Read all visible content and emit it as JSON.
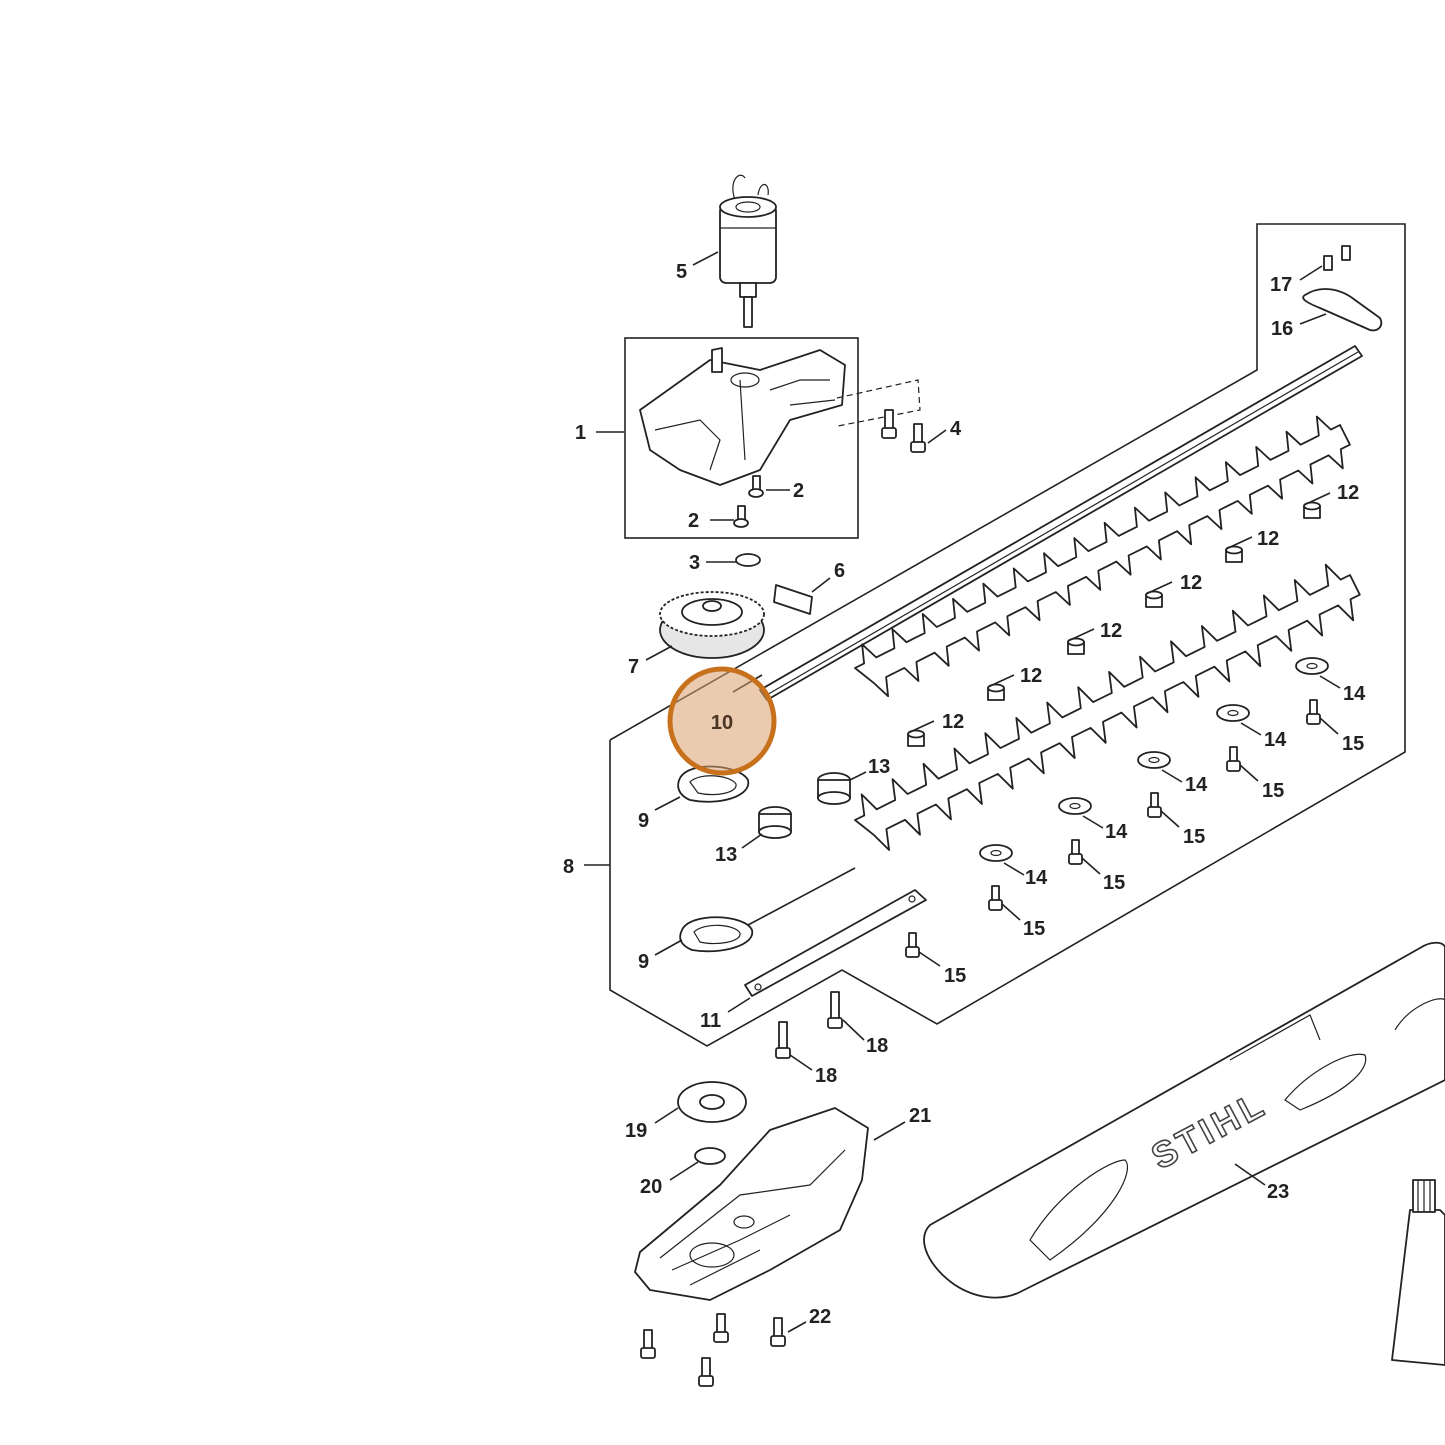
{
  "diagram": {
    "brand_text": "STIHL",
    "highlight": {
      "label": "10",
      "color": "#c8711c"
    },
    "callouts": {
      "c1": "1",
      "c2a": "2",
      "c2b": "2",
      "c3": "3",
      "c4": "4",
      "c5": "5",
      "c6": "6",
      "c7": "7",
      "c8": "8",
      "c9a": "9",
      "c9b": "9",
      "c11": "11",
      "c12a": "12",
      "c12b": "12",
      "c12c": "12",
      "c12d": "12",
      "c12e": "12",
      "c12f": "12",
      "c13a": "13",
      "c13b": "13",
      "c14a": "14",
      "c14b": "14",
      "c14c": "14",
      "c14d": "14",
      "c14e": "14",
      "c15a": "15",
      "c15b": "15",
      "c15c": "15",
      "c15d": "15",
      "c15e": "15",
      "c15f": "15",
      "c16": "16",
      "c17": "17",
      "c18a": "18",
      "c18b": "18",
      "c19": "19",
      "c20": "20",
      "c21": "21",
      "c22": "22",
      "c23": "23"
    }
  }
}
